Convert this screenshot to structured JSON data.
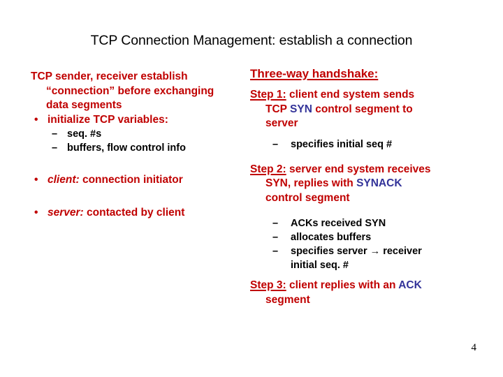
{
  "slide": {
    "title": "TCP Connection Management: establish a connection",
    "page_number": "4",
    "colors": {
      "red": "#C00000",
      "blue": "#333399",
      "black": "#000000",
      "background": "#FFFFFF"
    }
  },
  "left_column": {
    "intro": {
      "line1": "TCP sender, receiver establish",
      "line2": "“connection” before exchanging",
      "line3": "data segments"
    },
    "bullet_initialize": {
      "marker": "•",
      "text": "initialize TCP variables:",
      "sub_items": [
        {
          "marker": "–",
          "text": "seq. #s"
        },
        {
          "marker": "–",
          "text": "buffers, flow control info"
        }
      ]
    },
    "bullet_client": {
      "marker": "•",
      "term": "client:",
      "text": " connection initiator"
    },
    "bullet_server": {
      "marker": "•",
      "term": "server:",
      "text": " contacted by client"
    }
  },
  "right_column": {
    "heading": "Three-way handshake:",
    "step1": {
      "label": "Step 1:",
      "text_a": " client end system sends",
      "cont_prefix": "TCP ",
      "cont_keyword": "SYN",
      "cont_suffix": " control segment to",
      "cont_line3": "server",
      "sub_items": [
        {
          "marker": "–",
          "text": "specifies initial seq #"
        }
      ]
    },
    "step2": {
      "label": "Step 2:",
      "text_a": " server end system receives",
      "cont_prefix": "SYN, replies with ",
      "cont_keyword": "SYNACK",
      "cont_line3": "control segment",
      "sub_items": [
        {
          "marker": "–",
          "text": "ACKs received SYN"
        },
        {
          "marker": "–",
          "text": "allocates buffers"
        },
        {
          "marker": "–",
          "text": "specifies server → receiver",
          "text_line2": "initial seq. #"
        }
      ]
    },
    "step3": {
      "label": "Step 3:",
      "text_a": " client replies with an ",
      "keyword": "ACK",
      "cont_line2": "segment"
    }
  }
}
